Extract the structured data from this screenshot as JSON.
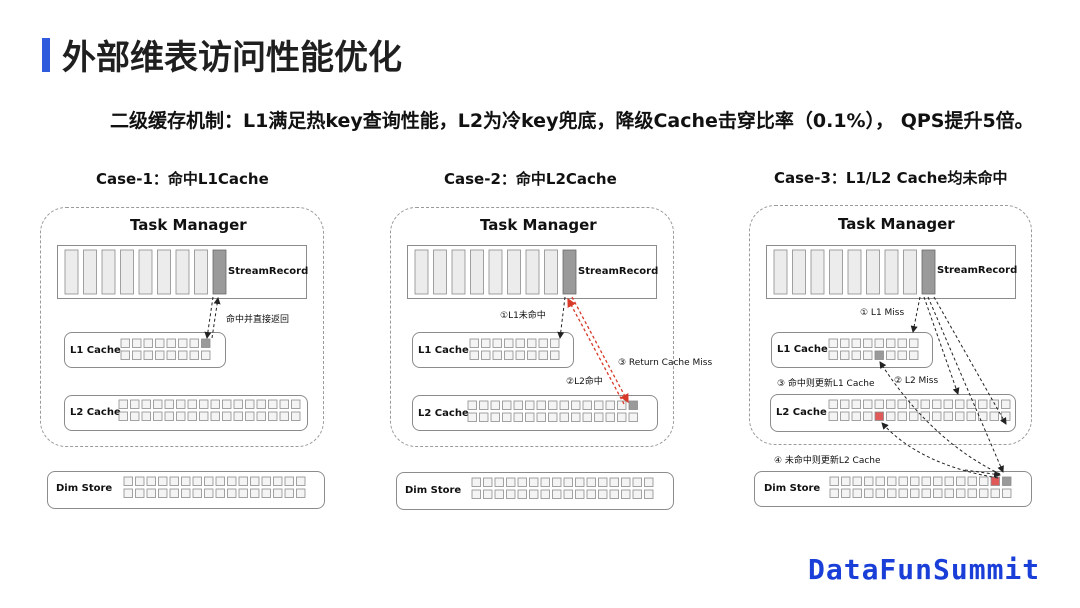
{
  "page": {
    "title": "外部维表访问性能优化",
    "subtitle": "二级缓存机制：L1满足热key查询性能，L2为冷key兜底，降级Cache击穿比率（0.1%）， QPS提升5倍。",
    "brand": "DataFunSummit"
  },
  "cases": [
    {
      "title": "Case-1：命中L1Cache",
      "task_manager": "Task Manager",
      "stream_record": "StreamRecord",
      "l1": "L1 Cache",
      "l2": "L2 Cache",
      "dim": "Dim Store",
      "annotations": [
        "命中并直接返回"
      ]
    },
    {
      "title": "Case-2：命中L2Cache",
      "task_manager": "Task Manager",
      "stream_record": "StreamRecord",
      "l1": "L1 Cache",
      "l2": "L2 Cache",
      "dim": "Dim Store",
      "annotations": [
        "①L1未命中",
        "②L2命中",
        "③ Return Cache Miss"
      ]
    },
    {
      "title": "Case-3：L1/L2 Cache均未命中",
      "task_manager": "Task Manager",
      "stream_record": "StreamRecord",
      "l1": "L1 Cache",
      "l2": "L2 Cache",
      "dim": "Dim Store",
      "annotations": [
        "① L1 Miss",
        "③ 命中则更新L1 Cache",
        "② L2 Miss",
        "④ 未命中则更新L2 Cache"
      ]
    }
  ],
  "colors": {
    "accent": "#2f5bdc",
    "brand": "#1a3fd8",
    "highlight_gray": "#9a9a9a",
    "highlight_red": "#e05a5a",
    "arrow_red": "#d83a2a"
  }
}
